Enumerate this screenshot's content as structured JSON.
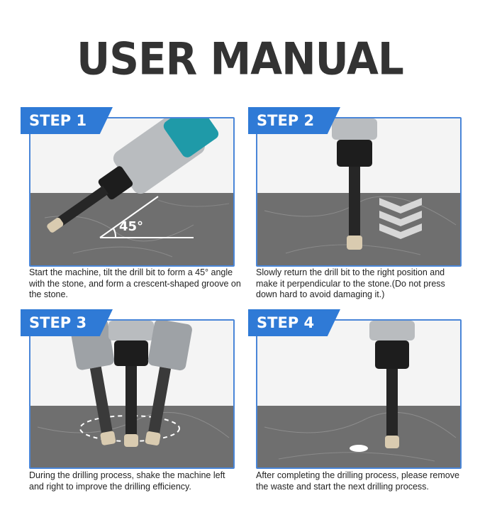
{
  "title": "USER MANUAL",
  "steps": [
    {
      "label": "STEP 1",
      "angle_label": "45°",
      "text": "Start the machine, tilt the drill bit to form a 45° angle with the stone, and form a crescent-shaped groove on the stone."
    },
    {
      "label": "STEP 2",
      "text": "Slowly return the drill bit to the right position and make it perpendicular to the stone.(Do not press down hard to avoid damaging it.)"
    },
    {
      "label": "STEP 3",
      "text": "During the drilling process, shake the machine left and right to improve the drilling efficiency."
    },
    {
      "label": "STEP 4",
      "text": "After completing the drilling process, please remove the waste and start the next drilling process."
    }
  ],
  "colors": {
    "accent": "#2f7ad6",
    "border": "#4a86d8",
    "title": "#333333",
    "stone": "#6f6f6f"
  }
}
